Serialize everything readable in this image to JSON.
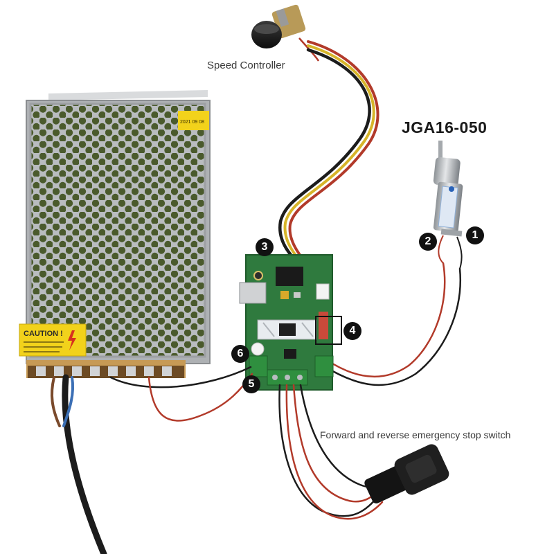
{
  "labels": {
    "speed_controller": "Speed Controller",
    "motor_model": "JGA16-050",
    "switch_caption": "Forward and reverse emergency stop switch"
  },
  "power_supply": {
    "caution_text": "CAUTION !",
    "sticker_text": "2021 09 08"
  },
  "badges": {
    "one": "1",
    "two": "2",
    "three": "3",
    "four": "4",
    "five": "5",
    "six": "6"
  },
  "colors": {
    "pcb_green": "#2f7a3e",
    "psu_silver": "#c9cbcd",
    "caution_yellow": "#f2d21b",
    "wire_red": "#b23a2a",
    "wire_black": "#1c1c1c",
    "wire_yellow": "#d7b52a",
    "wire_blue": "#3b6fb5",
    "wire_brown": "#7a4a2c"
  }
}
